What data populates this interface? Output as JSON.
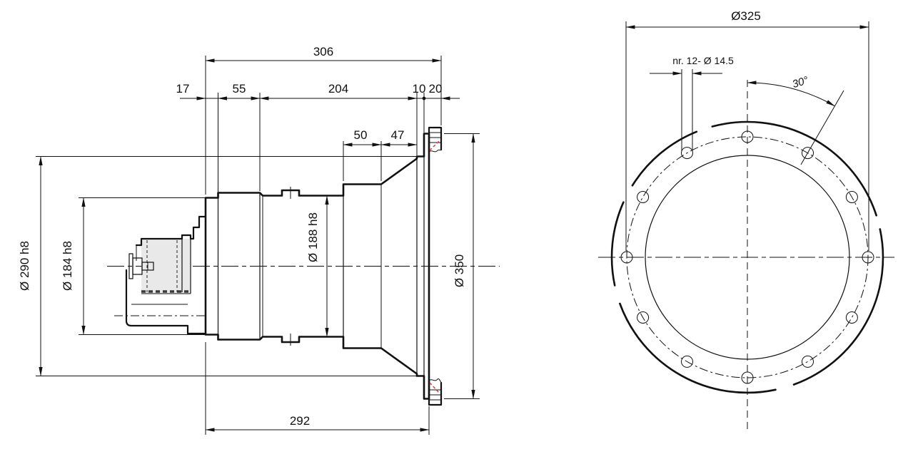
{
  "side_view": {
    "dims": {
      "overall_length": "306",
      "seat_width": "17",
      "cylinder_width": "55",
      "body_width": "204",
      "pilot_width": "10",
      "rim_width": "20",
      "ring_width": "50",
      "cone_width": "47",
      "mount_distance": "292"
    },
    "dias": {
      "d290": "Ø 290 h8",
      "d184": "Ø 184 h8",
      "d188": "Ø 188 h8",
      "d350": "Ø 350"
    }
  },
  "front_view": {
    "bolt_circle_dia": "Ø325",
    "holes_note": "nr. 12- Ø 14.5",
    "hole_angle": "30°"
  },
  "colors": {
    "line": "#111111",
    "gray_fill": "#e9e9e9",
    "accent_red": "#e23b50",
    "background": "#ffffff"
  }
}
